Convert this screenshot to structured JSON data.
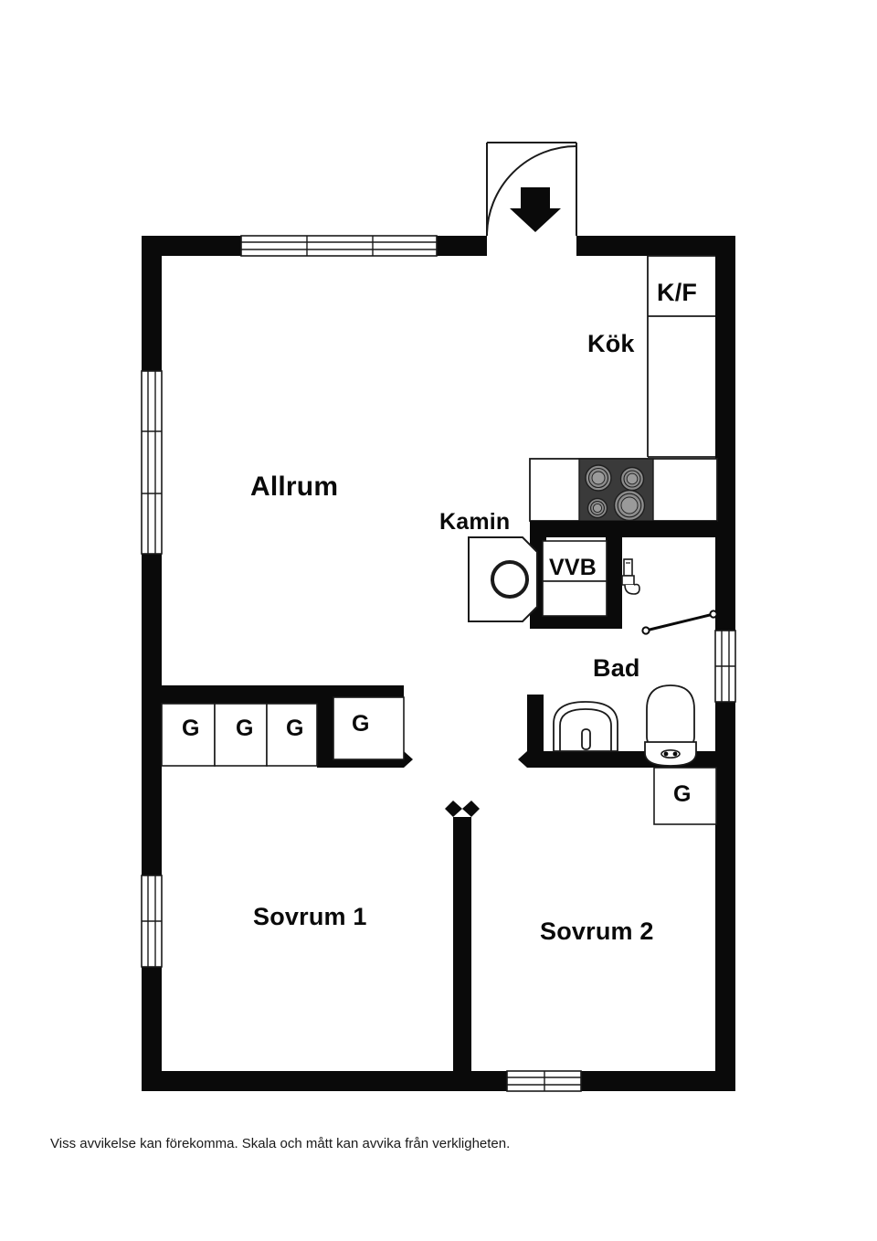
{
  "document": {
    "type": "floor-plan",
    "language": "sv",
    "caption": "Viss avvikelse kan förekomma. Skala och mått kan avvika från verkligheten.",
    "background_color": "#ffffff",
    "wall_color": "#0a0a0a",
    "line_color": "#1a1a1a",
    "stove_color": "#3a3a3a",
    "burner_color": "#8c8c8c"
  },
  "rooms": {
    "allrum": "Allrum",
    "kok": "Kök",
    "kf": "K/F",
    "kamin": "Kamin",
    "vvb": "VVB",
    "bad": "Bad",
    "sovrum1": "Sovrum 1",
    "sovrum2": "Sovrum 2"
  },
  "closets": {
    "label": "G",
    "items": [
      {
        "id": "g1",
        "label": "G",
        "room": "allrum"
      },
      {
        "id": "g2",
        "label": "G",
        "room": "allrum"
      },
      {
        "id": "g3",
        "label": "G",
        "room": "allrum"
      },
      {
        "id": "g4",
        "label": "G",
        "room": "allrum"
      },
      {
        "id": "g5",
        "label": "G",
        "room": "sovrum2"
      }
    ]
  },
  "fixtures": {
    "stove": {
      "name": "stove",
      "burners": 4
    },
    "water_heater": {
      "name": "VVB",
      "label": "VVB"
    },
    "fridge_freezer": {
      "name": "K/F",
      "label": "K/F"
    },
    "fireplace": {
      "name": "Kamin",
      "label": "Kamin"
    },
    "sink": {
      "name": "bathroom-sink"
    },
    "toilet": {
      "name": "toilet"
    }
  },
  "openings": {
    "entrance_door": {
      "name": "entrance-door",
      "swing": "inward",
      "direction_marker": "down-arrow"
    },
    "bathroom_door": {
      "name": "bathroom-sliding-door"
    },
    "windows": [
      {
        "id": "w-top",
        "panes": 3,
        "wall": "north"
      },
      {
        "id": "w-left-upper",
        "panes": 3,
        "wall": "west"
      },
      {
        "id": "w-left-lower",
        "panes": 2,
        "wall": "west"
      },
      {
        "id": "w-right",
        "panes": 2,
        "wall": "east"
      },
      {
        "id": "w-bottom",
        "panes": 2,
        "wall": "south"
      }
    ]
  }
}
